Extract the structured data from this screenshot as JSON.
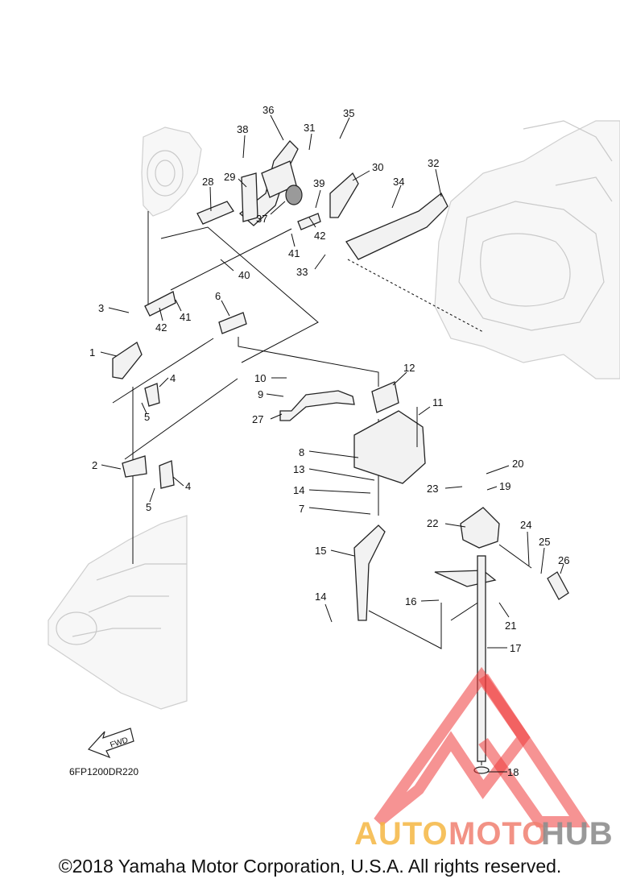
{
  "diagram": {
    "code": "6FP1200DR220",
    "fwd_label": "FWD",
    "callouts": [
      "1",
      "2",
      "3",
      "4",
      "4",
      "5",
      "5",
      "6",
      "7",
      "8",
      "9",
      "10",
      "11",
      "12",
      "13",
      "14",
      "14",
      "15",
      "16",
      "17",
      "18",
      "19",
      "20",
      "21",
      "22",
      "23",
      "24",
      "25",
      "26",
      "27",
      "28",
      "29",
      "30",
      "31",
      "32",
      "33",
      "34",
      "35",
      "36",
      "37",
      "38",
      "39",
      "40",
      "41",
      "41",
      "42",
      "42"
    ]
  },
  "watermark": {
    "auto": "AUTO",
    "moto": "MOTO",
    "hub": "HUB",
    "colors": {
      "auto": "#f5b642",
      "moto": "#f07f70",
      "hub": "#8e8e8e",
      "triangle": "#ee3b3b"
    }
  },
  "footer": {
    "copyright": "©2018 Yamaha Motor Corporation, U.S.A. All rights reserved."
  }
}
